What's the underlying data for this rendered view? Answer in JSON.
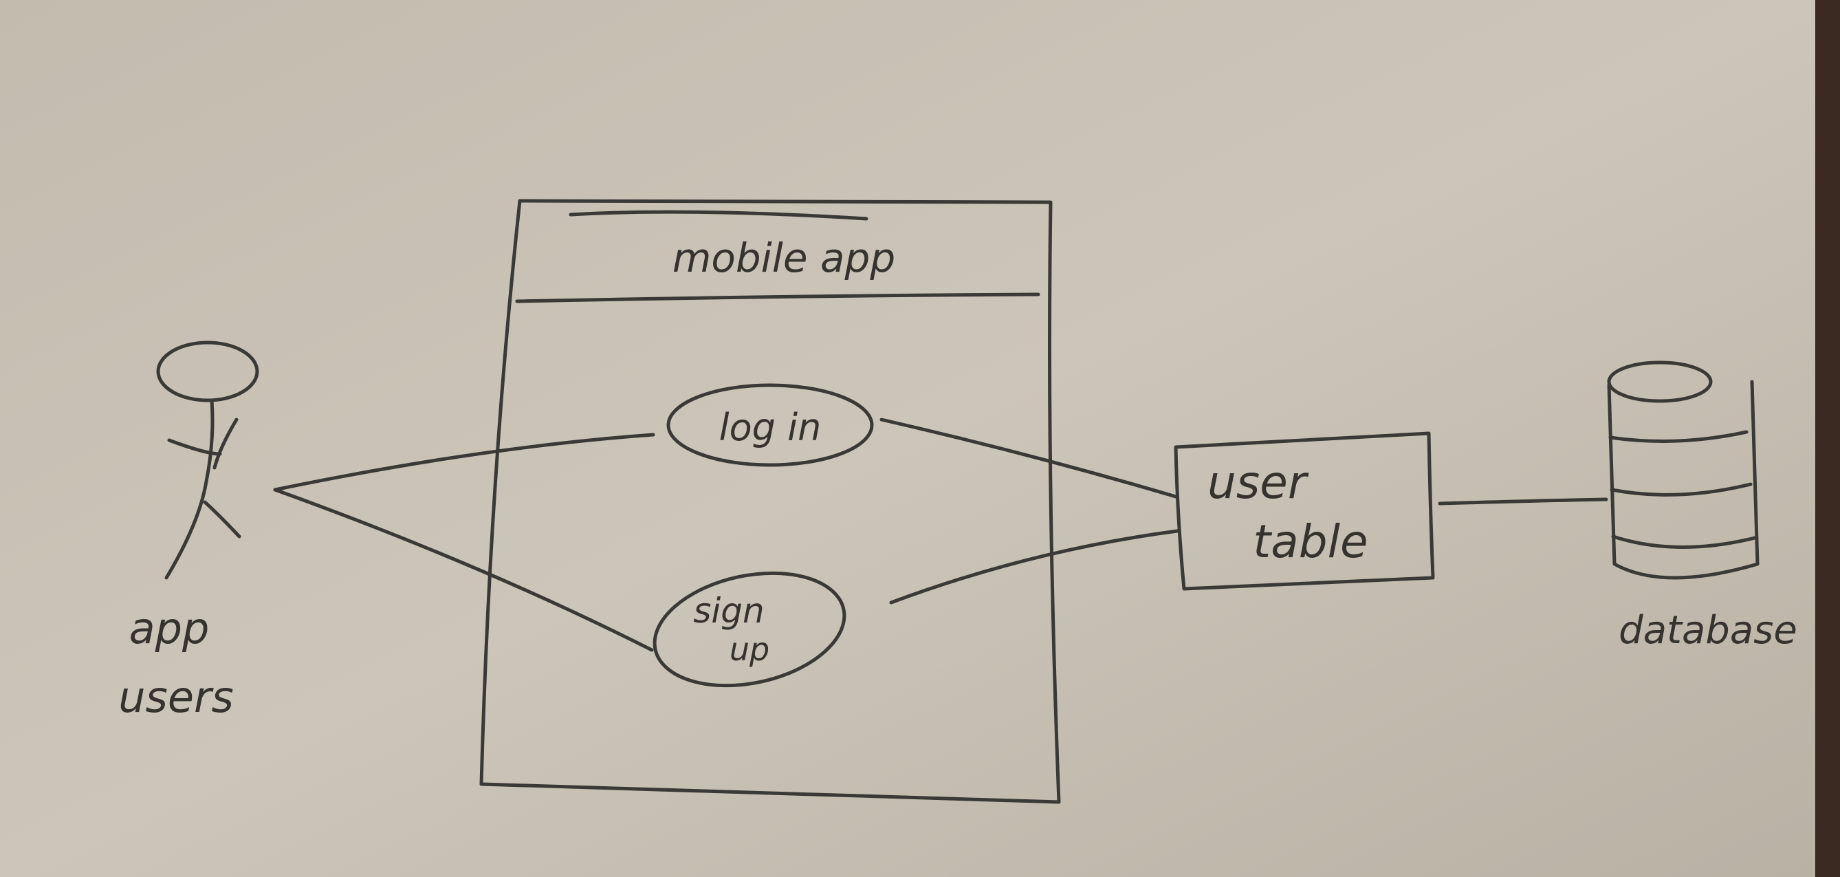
{
  "diagram": {
    "system_boundary": {
      "title": "mobile app"
    },
    "actor": {
      "label_line1": "app",
      "label_line2": "users"
    },
    "use_cases": [
      {
        "id": "login",
        "label_line1": "log in",
        "label_line2": ""
      },
      {
        "id": "signup",
        "label_line1": "sign",
        "label_line2": "up"
      }
    ],
    "entity": {
      "label_line1": "user",
      "label_line2": "table"
    },
    "storage": {
      "label": "database"
    }
  },
  "colors": {
    "paper": "#c8c0b3",
    "ink": "#3b3936",
    "background": "#3a2a22"
  }
}
